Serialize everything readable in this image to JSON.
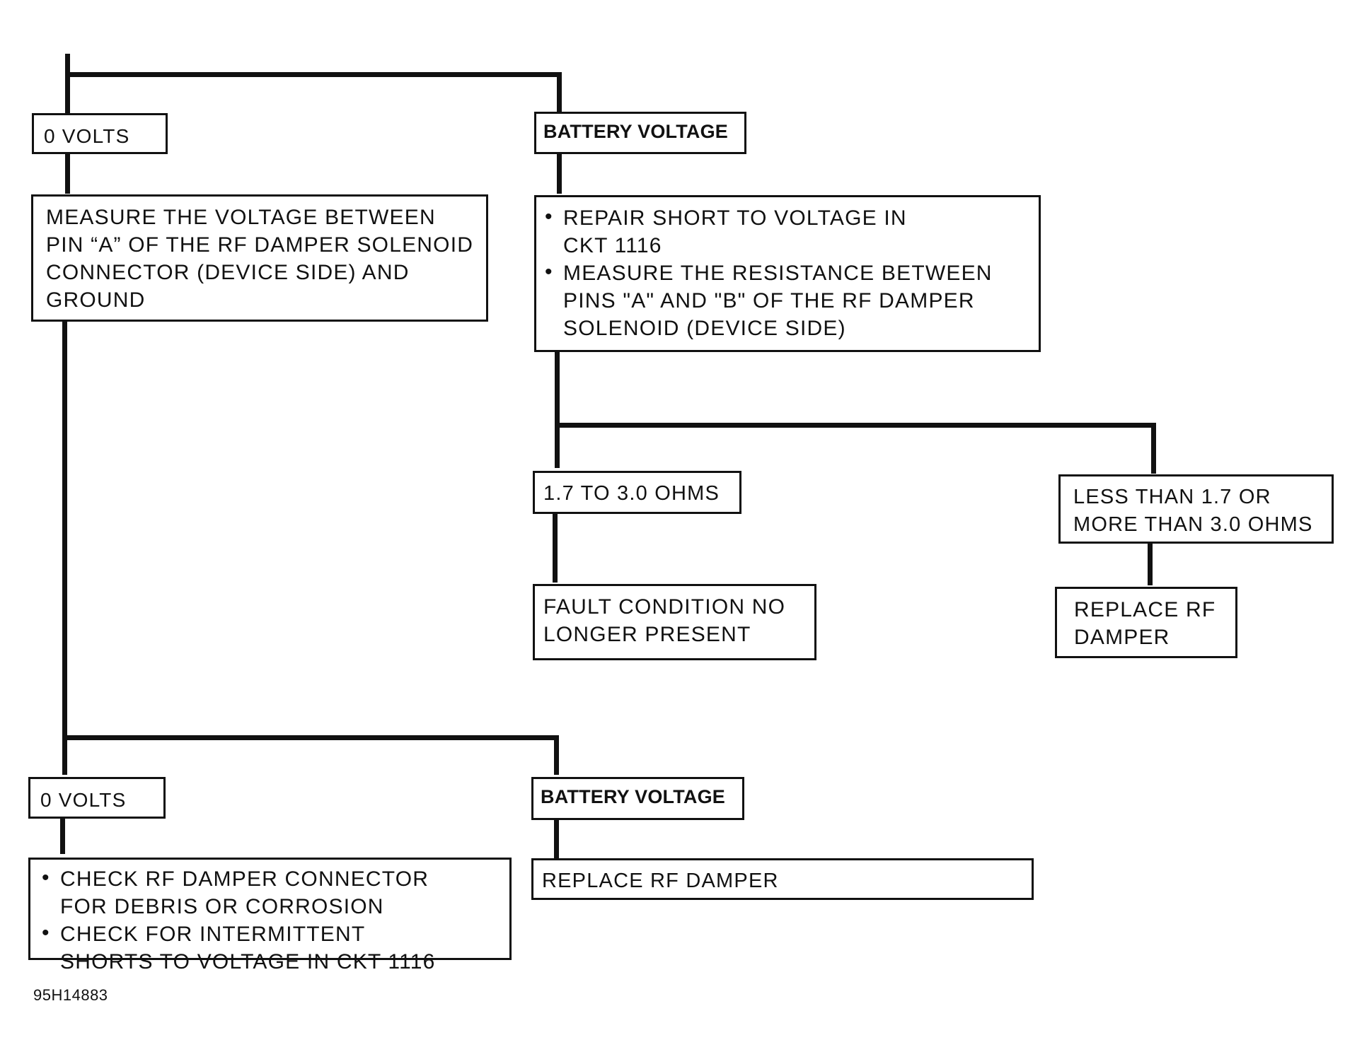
{
  "nodes": {
    "top_zero_volts": "0 VOLTS",
    "top_battery_voltage": "BATTERY VOLTAGE",
    "measure_voltage": [
      "MEASURE THE VOLTAGE BETWEEN",
      "PIN “A” OF THE RF DAMPER SOLENOID",
      "CONNECTOR (DEVICE SIDE) AND",
      "GROUND"
    ],
    "repair_short": {
      "bullets": [
        [
          "REPAIR SHORT TO VOLTAGE IN",
          "CKT 1116"
        ],
        [
          "MEASURE THE RESISTANCE BETWEEN",
          "PINS \"A\" AND \"B\" OF THE RF DAMPER",
          "SOLENOID (DEVICE SIDE)"
        ]
      ]
    },
    "ohms_in_range": "1.7 TO 3.0 OHMS",
    "ohms_out_of_range": [
      "LESS THAN 1.7 OR",
      "MORE THAN 3.0 OHMS"
    ],
    "fault_no_longer_present": [
      "FAULT CONDITION NO",
      "LONGER PRESENT"
    ],
    "replace_rf_damper_right": [
      "REPLACE RF",
      "DAMPER"
    ],
    "bottom_zero_volts": "0 VOLTS",
    "bottom_battery_voltage": "BATTERY VOLTAGE",
    "check_connector": {
      "bullets": [
        [
          "CHECK RF DAMPER CONNECTOR",
          "FOR DEBRIS OR CORROSION"
        ],
        [
          "CHECK FOR INTERMITTENT",
          "SHORTS TO VOLTAGE IN CKT 1116"
        ]
      ]
    },
    "replace_rf_damper_bottom": "REPLACE RF DAMPER"
  },
  "figure_id": "95H14883"
}
